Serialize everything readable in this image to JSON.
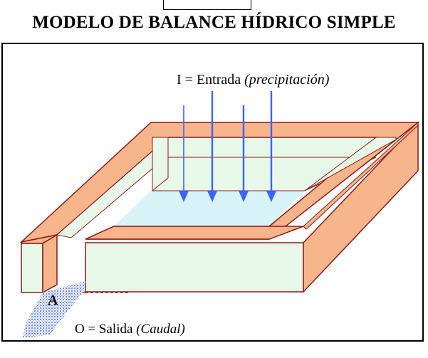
{
  "title": "MODELO DE BALANCE HÍDRICO SIMPLE",
  "input_label": {
    "prefix": "I = Entrada ",
    "italic": "(precipitación)"
  },
  "output_label": {
    "prefix": "O = Salida ",
    "italic": "(Caudal)"
  },
  "point_label": "A",
  "colors": {
    "wall_top": "#f6b58a",
    "wall_side": "#e8f8e8",
    "wall_outline": "#8b1a1a",
    "water": "#d8f4f8",
    "arrow": "#3a63ff",
    "outflow": "#3a63ff"
  }
}
